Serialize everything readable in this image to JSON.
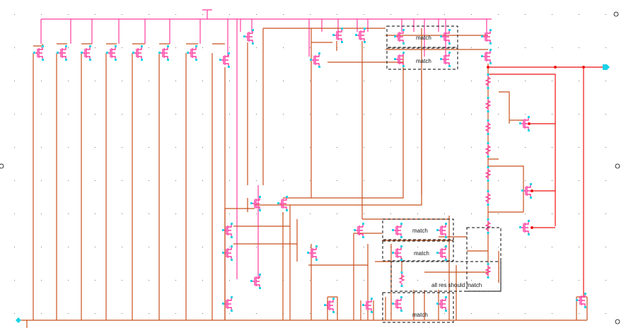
{
  "schematic": {
    "annotations": {
      "match_top_1": "match",
      "match_top_2": "match",
      "match_mid_1": "match",
      "match_mid_2": "match",
      "res_note": "all res should match",
      "match_bottom": "match"
    },
    "colors": {
      "wire": "#c8501e",
      "device": "#ff3ca0",
      "pin": "#19d2e6",
      "net_red": "#ee1111",
      "box": "#333333"
    }
  }
}
